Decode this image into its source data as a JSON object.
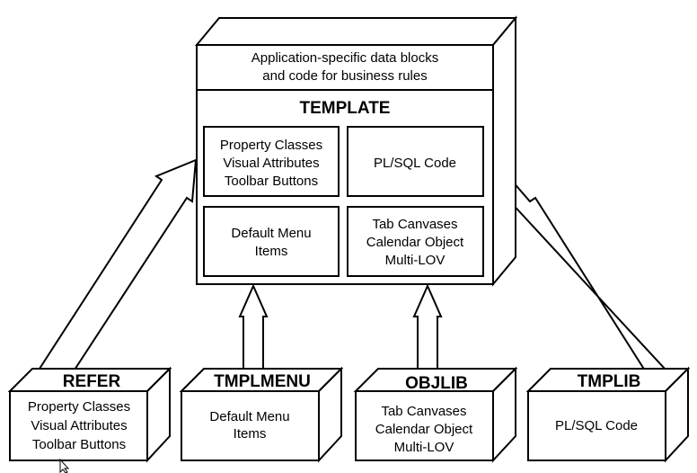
{
  "template": {
    "top_lines": [
      "Application-specific data blocks",
      "and code for business rules"
    ],
    "title": "TEMPLATE",
    "cells": {
      "property": [
        "Property Classes",
        "Visual Attributes",
        "Toolbar Buttons"
      ],
      "plsql": [
        "PL/SQL Code"
      ],
      "menu": [
        "Default Menu",
        "Items"
      ],
      "tab": [
        "Tab Canvases",
        "Calendar Object",
        "Multi-LOV"
      ]
    }
  },
  "libraries": {
    "refer": {
      "title": "REFER",
      "lines": [
        "Property Classes",
        "Visual Attributes",
        "Toolbar Buttons"
      ]
    },
    "tmplmenu": {
      "title": "TMPLMENU",
      "lines": [
        "Default Menu",
        "Items"
      ]
    },
    "objlib": {
      "title": "OBJLIB",
      "lines": [
        "Tab Canvases",
        "Calendar Object",
        "Multi-LOV"
      ]
    },
    "tmplib": {
      "title": "TMPLIB",
      "lines": [
        "PL/SQL Code"
      ]
    }
  },
  "colors": {
    "line": "#000000",
    "fill": "#ffffff"
  }
}
